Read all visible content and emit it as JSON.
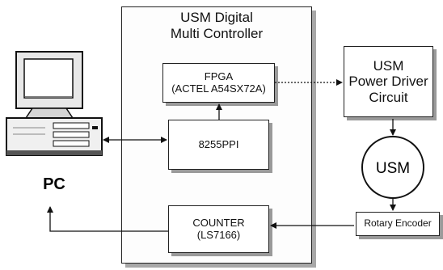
{
  "controller": {
    "title_line1": "USM Digital",
    "title_line2": "Multi Controller"
  },
  "fpga": {
    "line1": "FPGA",
    "line2": "(ACTEL A54SX72A)"
  },
  "ppi": {
    "label": "8255PPI"
  },
  "counter": {
    "line1": "COUNTER",
    "line2": "(LS7166)"
  },
  "driver": {
    "line1": "USM",
    "line2": "Power Driver",
    "line3": "Circuit"
  },
  "motor": {
    "label": "USM"
  },
  "encoder": {
    "label": "Rotary Encoder"
  },
  "pc": {
    "label": "PC"
  }
}
